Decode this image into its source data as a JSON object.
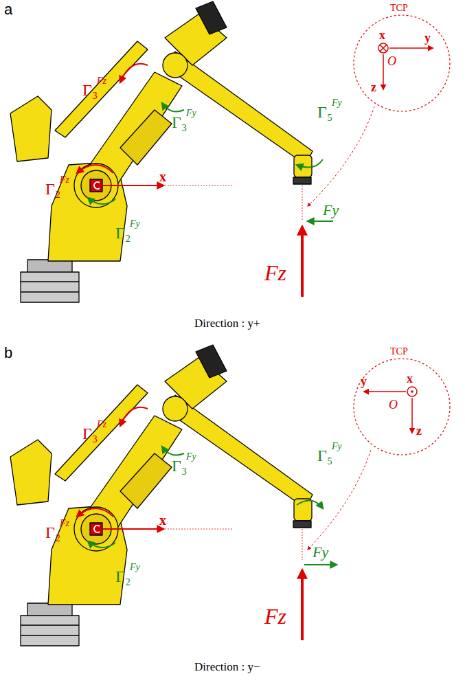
{
  "diagram": {
    "labels": [
      "a",
      "TCP",
      "x",
      "y",
      "O",
      "z",
      "x",
      "Γ₃",
      "Fz",
      "Γ₃",
      "Fy",
      "Γ₂",
      "Fz",
      "Γ₂",
      "Fy",
      "Γ₅",
      "Fy",
      "Fy",
      "Fz",
      "Direction : y+",
      "b",
      "TCP",
      "y",
      "x",
      "O",
      "z",
      "x",
      "Γ₃",
      "Fz",
      "Γ₃",
      "Fy",
      "Γ₂",
      "Fz",
      "Γ₂",
      "Fy",
      "Γ₅",
      "Fy",
      "Fy",
      "Fz",
      "Direction : y−"
    ]
  }
}
